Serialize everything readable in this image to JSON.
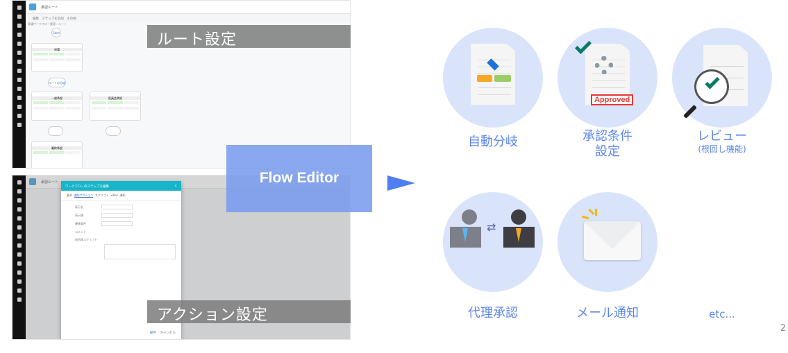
{
  "screenshots": {
    "route": {
      "app_title": "承認ルート",
      "toolbar": [
        "編集",
        "ステップを追加",
        "その他"
      ],
      "breadcrumb": "稟議ワークフロー管理 › ルート",
      "start_node": "Start",
      "branch_node": "ルートの分岐",
      "steps": [
        "申請",
        "一般承認",
        "役員会承認",
        "最終承認"
      ],
      "caption": "ルート設定"
    },
    "action": {
      "app_title": "承認ルート",
      "dialog_title": "ワークフローのステップを編集",
      "tabs": [
        "基本",
        "通知アクション",
        "スクリプト",
        "while",
        "通知"
      ],
      "fields": [
        "表示名",
        "表示順",
        "遷移条件",
        "コメント",
        "前処理スクリプト"
      ],
      "ok_button": "保存",
      "cancel_button": "キャンセル",
      "caption": "アクション設定"
    }
  },
  "banner": "Flow Editor",
  "features": [
    {
      "label": "自動分岐",
      "icon": "flowchart-doc-icon"
    },
    {
      "label": "承認条件",
      "label2": "設定",
      "icon": "approved-doc-icon",
      "stamp": "Approved"
    },
    {
      "label": "レビュー",
      "sub": "(根回し機能)",
      "icon": "magnifier-check-icon"
    },
    {
      "label": "代理承認",
      "icon": "proxy-users-icon"
    },
    {
      "label": "メール通知",
      "icon": "mail-icon"
    },
    {
      "label": "etc..."
    }
  ],
  "page_number": "2",
  "colors": {
    "accent": "#5b86ea",
    "circle": "#d9e4fb",
    "banner": "#7a9cee"
  }
}
